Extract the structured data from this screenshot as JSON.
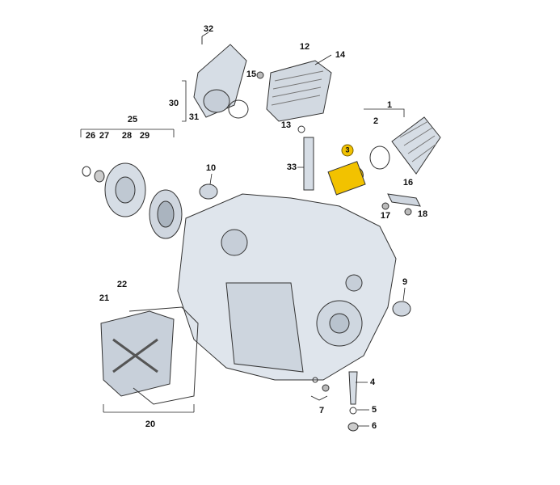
{
  "diagram": {
    "title": "Transmission exploded parts view",
    "highlight_color": "#f2c200",
    "callouts": [
      "32",
      "12",
      "14",
      "15",
      "30",
      "31",
      "1",
      "2",
      "13",
      "25",
      "26",
      "27",
      "28",
      "29",
      "3",
      "33",
      "10",
      "16",
      "17",
      "18",
      "9",
      "22",
      "21",
      "4",
      "5",
      "6",
      "7",
      "20"
    ],
    "highlighted_part": "3"
  }
}
